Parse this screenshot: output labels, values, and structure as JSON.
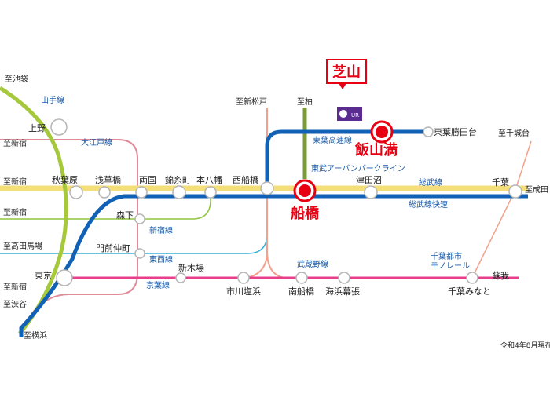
{
  "colors": {
    "yamanote": "#a5c93b",
    "oedo": "#e18a9a",
    "sobu_local": "#f3de7a",
    "sobu_rapid": "#1162b6",
    "toyo": "#3ab0d8",
    "keiyo": "#e83e8c",
    "shinjuku": "#8fc63f",
    "musashino": "#f3a08c",
    "monorail": "#f3a08c",
    "tobu": "#7a9b3a",
    "highlight": "#e60012",
    "label_blue": "#1a5aa6",
    "station_fill": "#ffffff",
    "station_stroke": "#b5b5b5"
  },
  "destinations": {
    "ikebukuro": "至池袋",
    "shinjuku_1": "至新宿",
    "shinjuku_2": "至新宿",
    "shinjuku_3": "至新宿",
    "shinjuku_4": "至新宿",
    "takadanobaba": "至高田馬場",
    "shibuya": "至渋谷",
    "yokohama": "至横浜",
    "shinmatsudo": "至新松戸",
    "kashiwa": "至柏",
    "chishirodai": "至千城台",
    "narita": "至成田"
  },
  "lines": {
    "yamanote": "山手線",
    "oedo": "大江戸線",
    "shinjuku": "新宿線",
    "tozai": "東西線",
    "keiyo": "京葉線",
    "toyo": "東葉高速線",
    "tobu": "東武アーバンパークライン",
    "sobu": "総武線",
    "sobu_rapid": "総武線快速",
    "musashino": "武蔵野線",
    "monorail": "千葉都市\nモノレール"
  },
  "stations": {
    "ueno": "上野",
    "akihabara": "秋葉原",
    "asakusabashi": "浅草橋",
    "ryogoku": "両国",
    "kinshicho": "錦糸町",
    "motoyawata": "本八幡",
    "nishifunabashi": "西船橋",
    "tsudanuma": "津田沼",
    "chiba": "千葉",
    "morishita": "森下",
    "monzennakacho": "門前仲町",
    "tokyo": "東京",
    "shinkiba": "新木場",
    "ichikawashiohama": "市川塩浜",
    "minamifunabashi": "南船橋",
    "kaihinmakuhari": "海浜幕張",
    "chibaminato": "千葉みなと",
    "soga": "蘇我",
    "toyokatsutadai": "東葉勝田台"
  },
  "highlight": {
    "shibayama": "芝山",
    "iiyamaman": "飯山満",
    "funabashi": "船橋"
  },
  "logo_text": "UR",
  "date_note": "令和4年8月現在"
}
